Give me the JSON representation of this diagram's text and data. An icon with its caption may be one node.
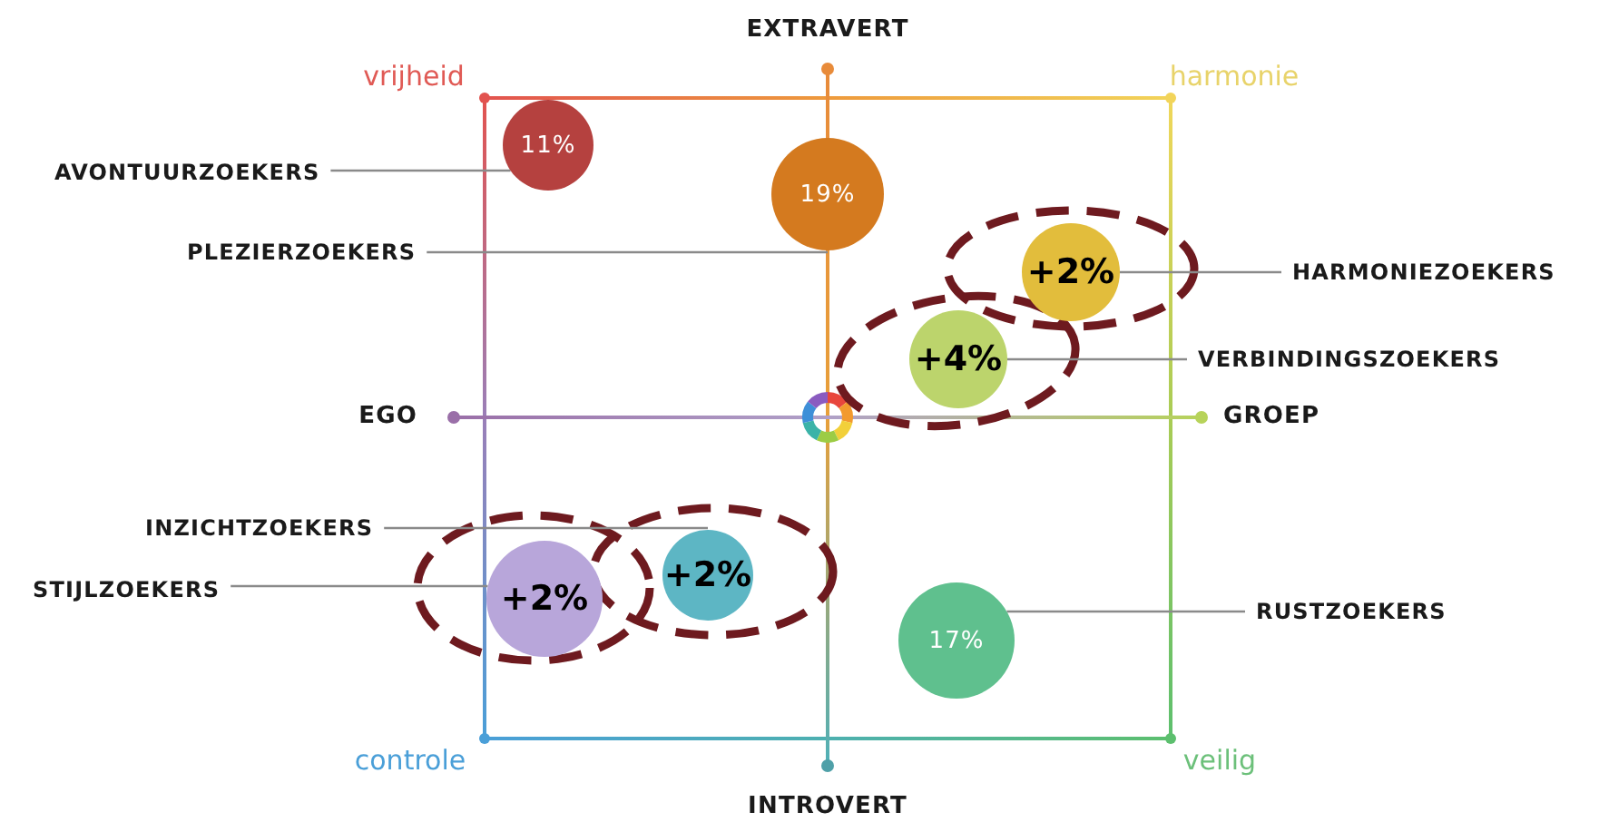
{
  "diagram": {
    "nodes": [
      {
        "text": [
          "11%"
        ]
      },
      {
        "text": [
          "AVONTUURZOEKERS"
        ]
      },
      {
        "text": [
          "19%"
        ]
      },
      {
        "text": [
          "PLEZIERZOEKERS"
        ]
      },
      {
        "text": [
          "+2%"
        ]
      },
      {
        "text": [
          "HARMONIEZOEKERS"
        ]
      },
      {
        "text": [
          "+4%"
        ]
      },
      {
        "text": [
          "VERBINDINGSZOEKERS"
        ]
      },
      {
        "text": [
          "INZICHTZOEKERS"
        ]
      },
      {
        "text": [
          "+2%"
        ]
      },
      {
        "text": [
          "+2%"
        ]
      },
      {
        "text": [
          "STIJLZOEKERS"
        ]
      },
      {
        "text": [
          "17%"
        ]
      },
      {
        "text": [
          "RUSTZOEKERS"
        ]
      }
    ],
    "edges": [
      {
        "from": 1,
        "to": 0,
        "arrow": "none"
      },
      {
        "from": 3,
        "to": 2,
        "arrow": "none"
      },
      {
        "from": 5,
        "to": 4,
        "arrow": "none"
      },
      {
        "from": 7,
        "to": 6,
        "arrow": "none"
      },
      {
        "from": 8,
        "to": 10,
        "arrow": "none"
      },
      {
        "from": 11,
        "to": 9,
        "arrow": "none"
      },
      {
        "from": 13,
        "to": 12,
        "arrow": "none"
      }
    ],
    "labels": [
      "EXTRAVERT",
      "vrijheid",
      "harmonie",
      "EGO",
      "GROEP",
      "controle",
      "veilig",
      "INTROVERT"
    ]
  }
}
